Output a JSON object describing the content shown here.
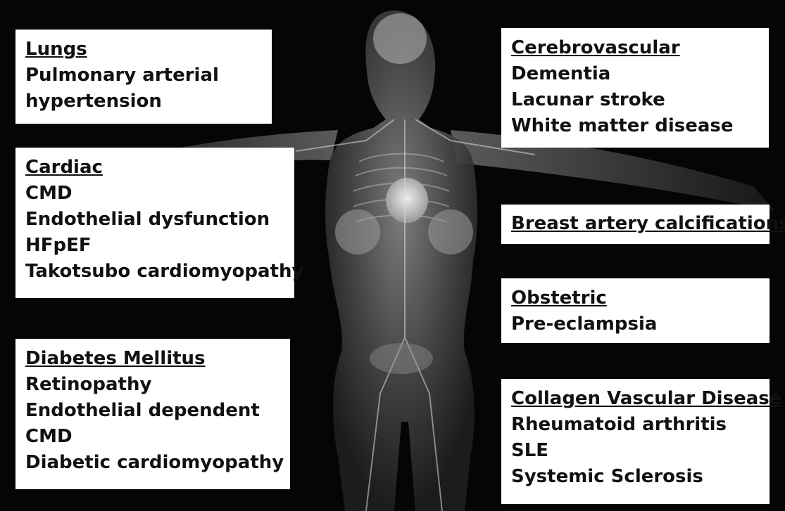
{
  "boxes": [
    {
      "id": "lungs",
      "title": "Lungs",
      "items": [
        "Pulmonary arterial",
        "hypertension"
      ]
    },
    {
      "id": "cerebrovascular",
      "title": "Cerebrovascular",
      "items": [
        "Dementia",
        "Lacunar stroke",
        "White matter disease"
      ]
    },
    {
      "id": "cardiac",
      "title": "Cardiac",
      "items": [
        "CMD",
        "Endothelial dysfunction",
        "HFpEF",
        "Takotsubo cardiomyopathy"
      ]
    },
    {
      "id": "breast",
      "title": "Breast artery calcifications",
      "items": []
    },
    {
      "id": "obstetric",
      "title": "Obstetric",
      "items": [
        "Pre-eclampsia"
      ]
    },
    {
      "id": "diabetes",
      "title": "Diabetes Mellitus",
      "items": [
        "Retinopathy",
        "Endothelial dependent",
        "CMD",
        "Diabetic cardiomyopathy"
      ]
    },
    {
      "id": "collagen",
      "title": "Collagen Vascular Disease",
      "items": [
        "Rheumatoid arthritis",
        "SLE",
        "Systemic Sclerosis"
      ]
    }
  ],
  "colors": {
    "background": "#050505",
    "box": "#ffffff",
    "text": "#111111",
    "body_glow": "#c8c8c8"
  },
  "figure": "translucent-human-body-with-vasculature"
}
